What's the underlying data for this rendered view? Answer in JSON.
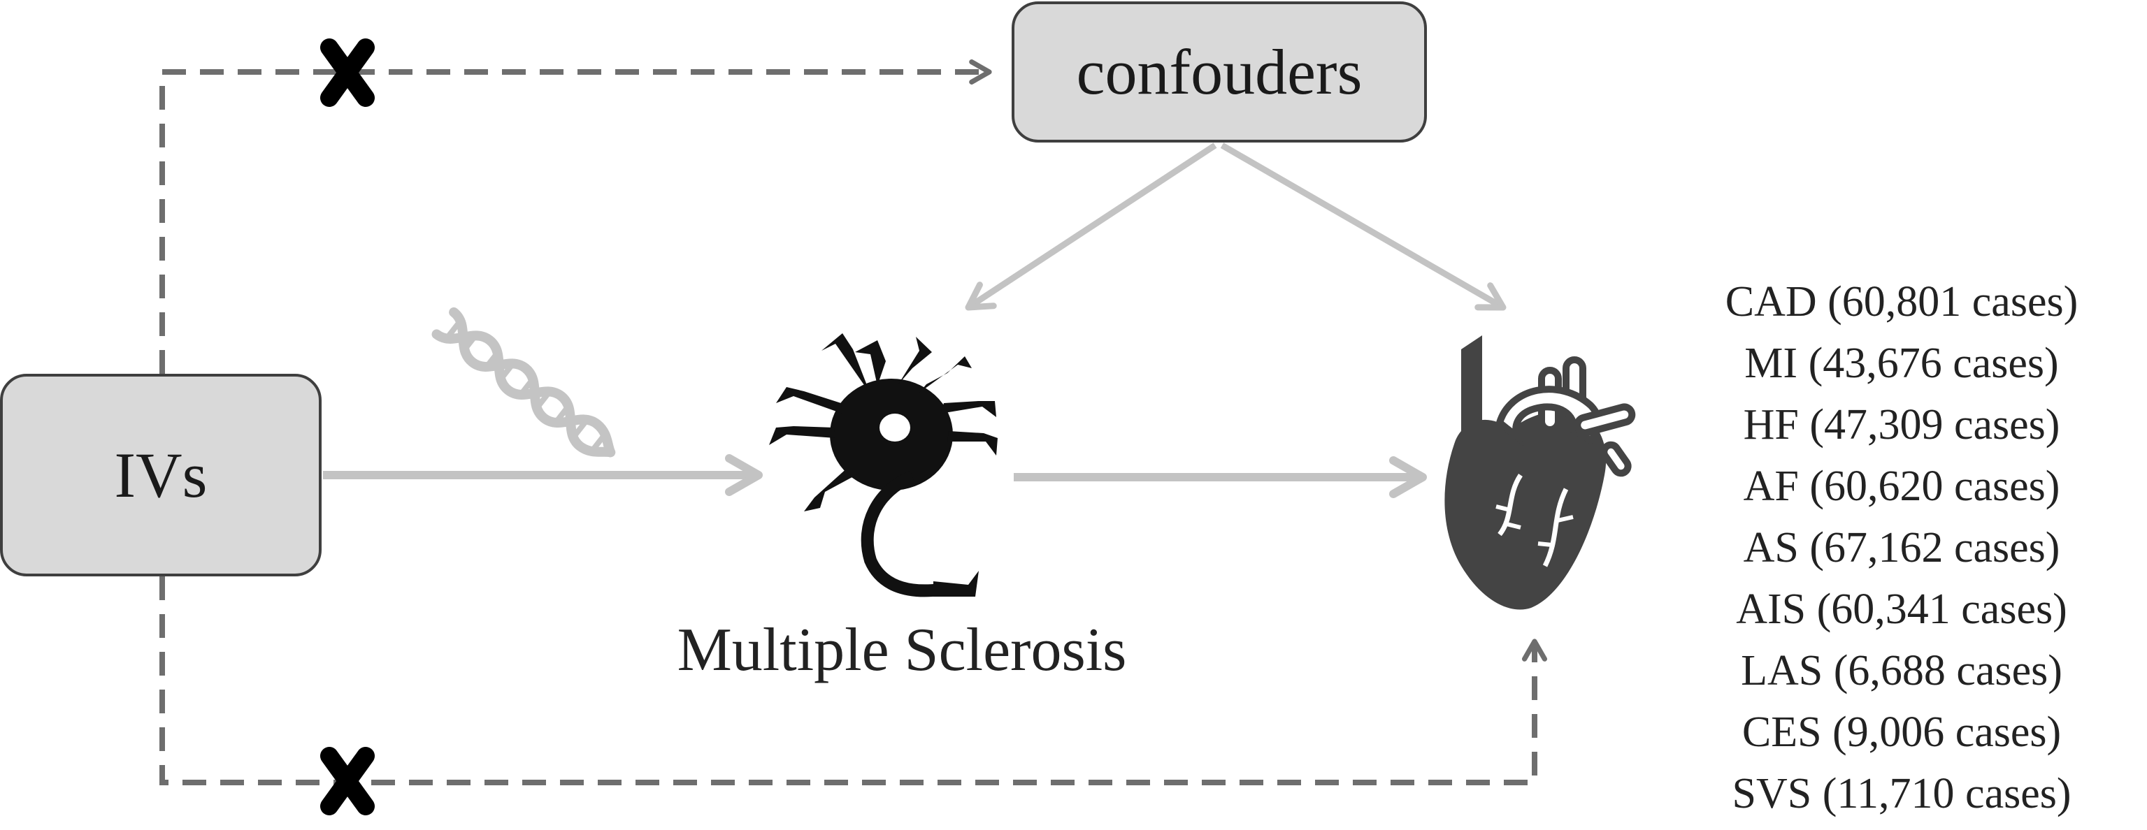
{
  "nodes": {
    "ivs": "IVs",
    "confounders": "confouders",
    "exposure": "Multiple Sclerosis"
  },
  "outcomes": [
    "CAD (60,801 cases)",
    "MI (43,676 cases)",
    "HF (47,309 cases)",
    "AF (60,620 cases)",
    "AS (67,162 cases)",
    "AIS (60,341 cases)",
    "LAS (6,688 cases)",
    "CES (9,006 cases)",
    "SVS (11,710 cases)"
  ],
  "icons": [
    "dna-icon",
    "neuron-icon",
    "heart-icon",
    "cross-mark-icon"
  ],
  "colors": {
    "solid_arrow": "#c3c3c3",
    "dashed_arrow": "#6e6e6e",
    "box_fill": "#d9d9d9",
    "box_border": "#3f3f3f",
    "neuron": "#111111",
    "heart": "#444444"
  }
}
